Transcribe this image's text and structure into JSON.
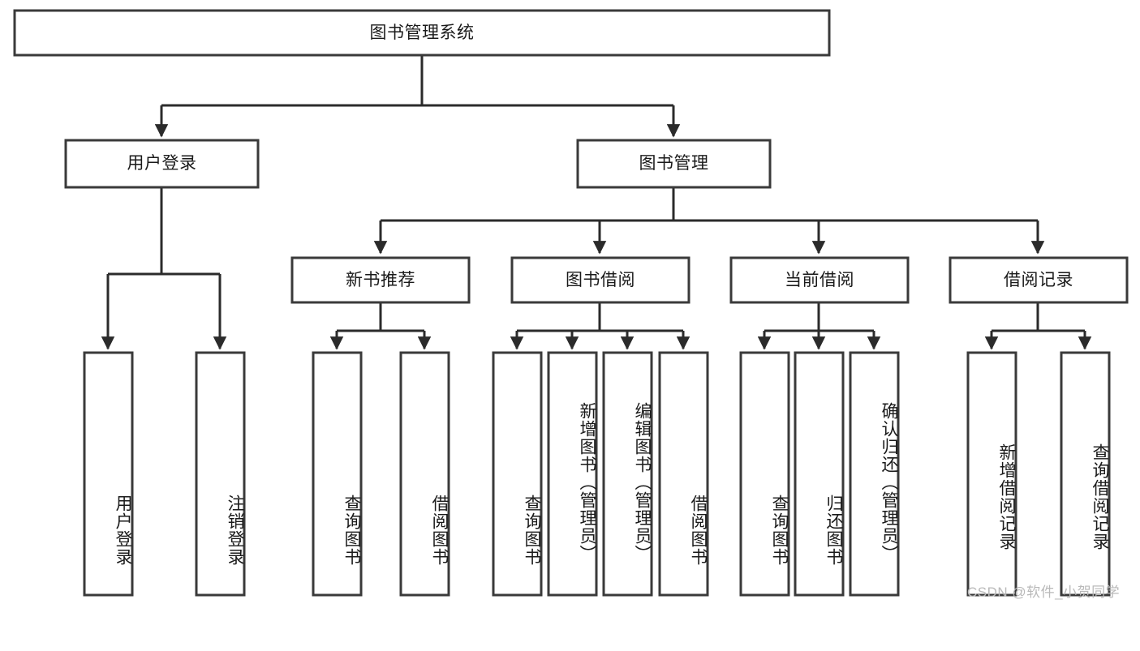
{
  "diagram": {
    "title": "图书管理系统",
    "type": "tree",
    "orientation": "top-down",
    "colors": {
      "box_fill": "#ffffff",
      "box_stroke": "#3a3a3a",
      "connector": "#2b2b2b",
      "text": "#1a1a1a",
      "background": "#ffffff",
      "watermark": "#b9b9b9"
    },
    "root": {
      "label": "图书管理系统"
    },
    "level2": [
      {
        "label": "用户登录"
      },
      {
        "label": "图书管理"
      }
    ],
    "level3": [
      {
        "label": "新书推荐"
      },
      {
        "label": "图书借阅"
      },
      {
        "label": "当前借阅"
      },
      {
        "label": "借阅记录"
      }
    ],
    "leaves": {
      "user_login": [
        {
          "label": "用户登录"
        },
        {
          "label": "注销登录"
        }
      ],
      "new_book_recommend": [
        {
          "label": "查询图书"
        },
        {
          "label": "借阅图书"
        }
      ],
      "book_borrow": [
        {
          "label": "查询图书"
        },
        {
          "label": "新增图书（管理员）"
        },
        {
          "label": "编辑图书（管理员）"
        },
        {
          "label": "借阅图书"
        }
      ],
      "current_borrow": [
        {
          "label": "查询图书"
        },
        {
          "label": "归还图书"
        },
        {
          "label": "确认归还（管理员）"
        }
      ],
      "borrow_record": [
        {
          "label": "新增借阅记录"
        },
        {
          "label": "查询借阅记录"
        }
      ]
    },
    "edges": [
      {
        "from": "图书管理系统",
        "to": "用户登录"
      },
      {
        "from": "图书管理系统",
        "to": "图书管理"
      },
      {
        "from": "图书管理",
        "to": "新书推荐"
      },
      {
        "from": "图书管理",
        "to": "图书借阅"
      },
      {
        "from": "图书管理",
        "to": "当前借阅"
      },
      {
        "from": "图书管理",
        "to": "借阅记录"
      },
      {
        "from": "用户登录",
        "to": "用户登录"
      },
      {
        "from": "用户登录",
        "to": "注销登录"
      },
      {
        "from": "新书推荐",
        "to": "查询图书"
      },
      {
        "from": "新书推荐",
        "to": "借阅图书"
      },
      {
        "from": "图书借阅",
        "to": "查询图书"
      },
      {
        "from": "图书借阅",
        "to": "新增图书（管理员）"
      },
      {
        "from": "图书借阅",
        "to": "编辑图书（管理员）"
      },
      {
        "from": "图书借阅",
        "to": "借阅图书"
      },
      {
        "from": "当前借阅",
        "to": "查询图书"
      },
      {
        "from": "当前借阅",
        "to": "归还图书"
      },
      {
        "from": "当前借阅",
        "to": "确认归还（管理员）"
      },
      {
        "from": "借阅记录",
        "to": "新增借阅记录"
      },
      {
        "from": "借阅记录",
        "to": "查询借阅记录"
      }
    ]
  },
  "watermark": {
    "text": "CSDN @软件_小贺同学"
  }
}
